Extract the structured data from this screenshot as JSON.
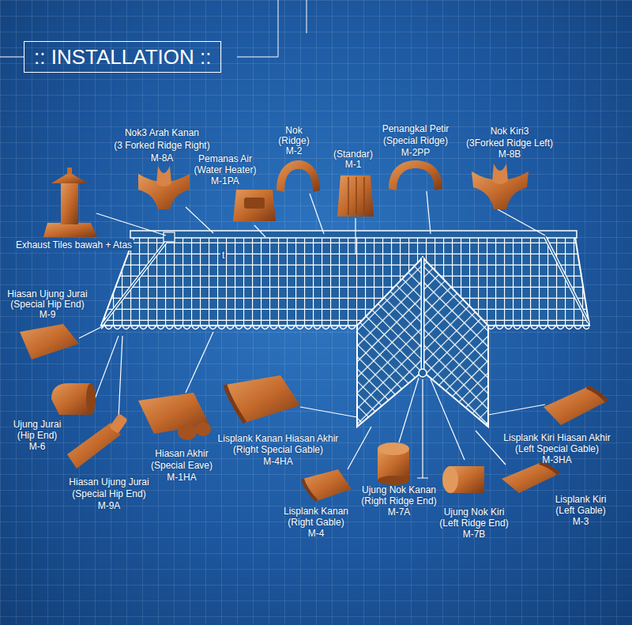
{
  "diagram": {
    "title": ":: INSTALLATION ::",
    "labels": [
      "Nok3 Arah Kanan",
      "(3 Forked Ridge Right)",
      "M-8A",
      "Pemanas Air",
      "(Water Heater)",
      "M-1PA",
      "Nok",
      "(Ridge)",
      "M-2",
      "(Standar)",
      "M-1",
      "Penangkal Petir",
      "(Special Ridge)",
      "M-2PP",
      "Nok Kiri3",
      "(3Forked Ridge Left)",
      "M-8B",
      "Exhaust Tiles bawah + Atas",
      "t",
      "Hiasan Ujung Jurai",
      "(Special Hip End)",
      "M-9",
      "Ujung Jurai",
      "(Hip End)",
      "M-6",
      "Hiasan Ujung Jurai",
      "(Special Hip End)",
      "M-9A",
      "Hiasan Akhir",
      "(Special Eave)",
      "M-1HA",
      "Lisplank Kanan Hiasan Akhir",
      "(Right Special Gable)",
      "M-4HA",
      "Lisplank Kanan",
      "(Right Gable)",
      "M-4",
      "Ujung Nok Kanan",
      "(Right Ridge End)",
      "M-7A",
      "Ujung Nok Kiri",
      "(Left Ridge End)",
      "M-7B",
      "Lisplank Kiri Hiasan Akhir",
      "(Left Special Gable)",
      "M-3HA",
      "Lisplank Kiri",
      "(Left Gable)",
      "M-3"
    ]
  }
}
